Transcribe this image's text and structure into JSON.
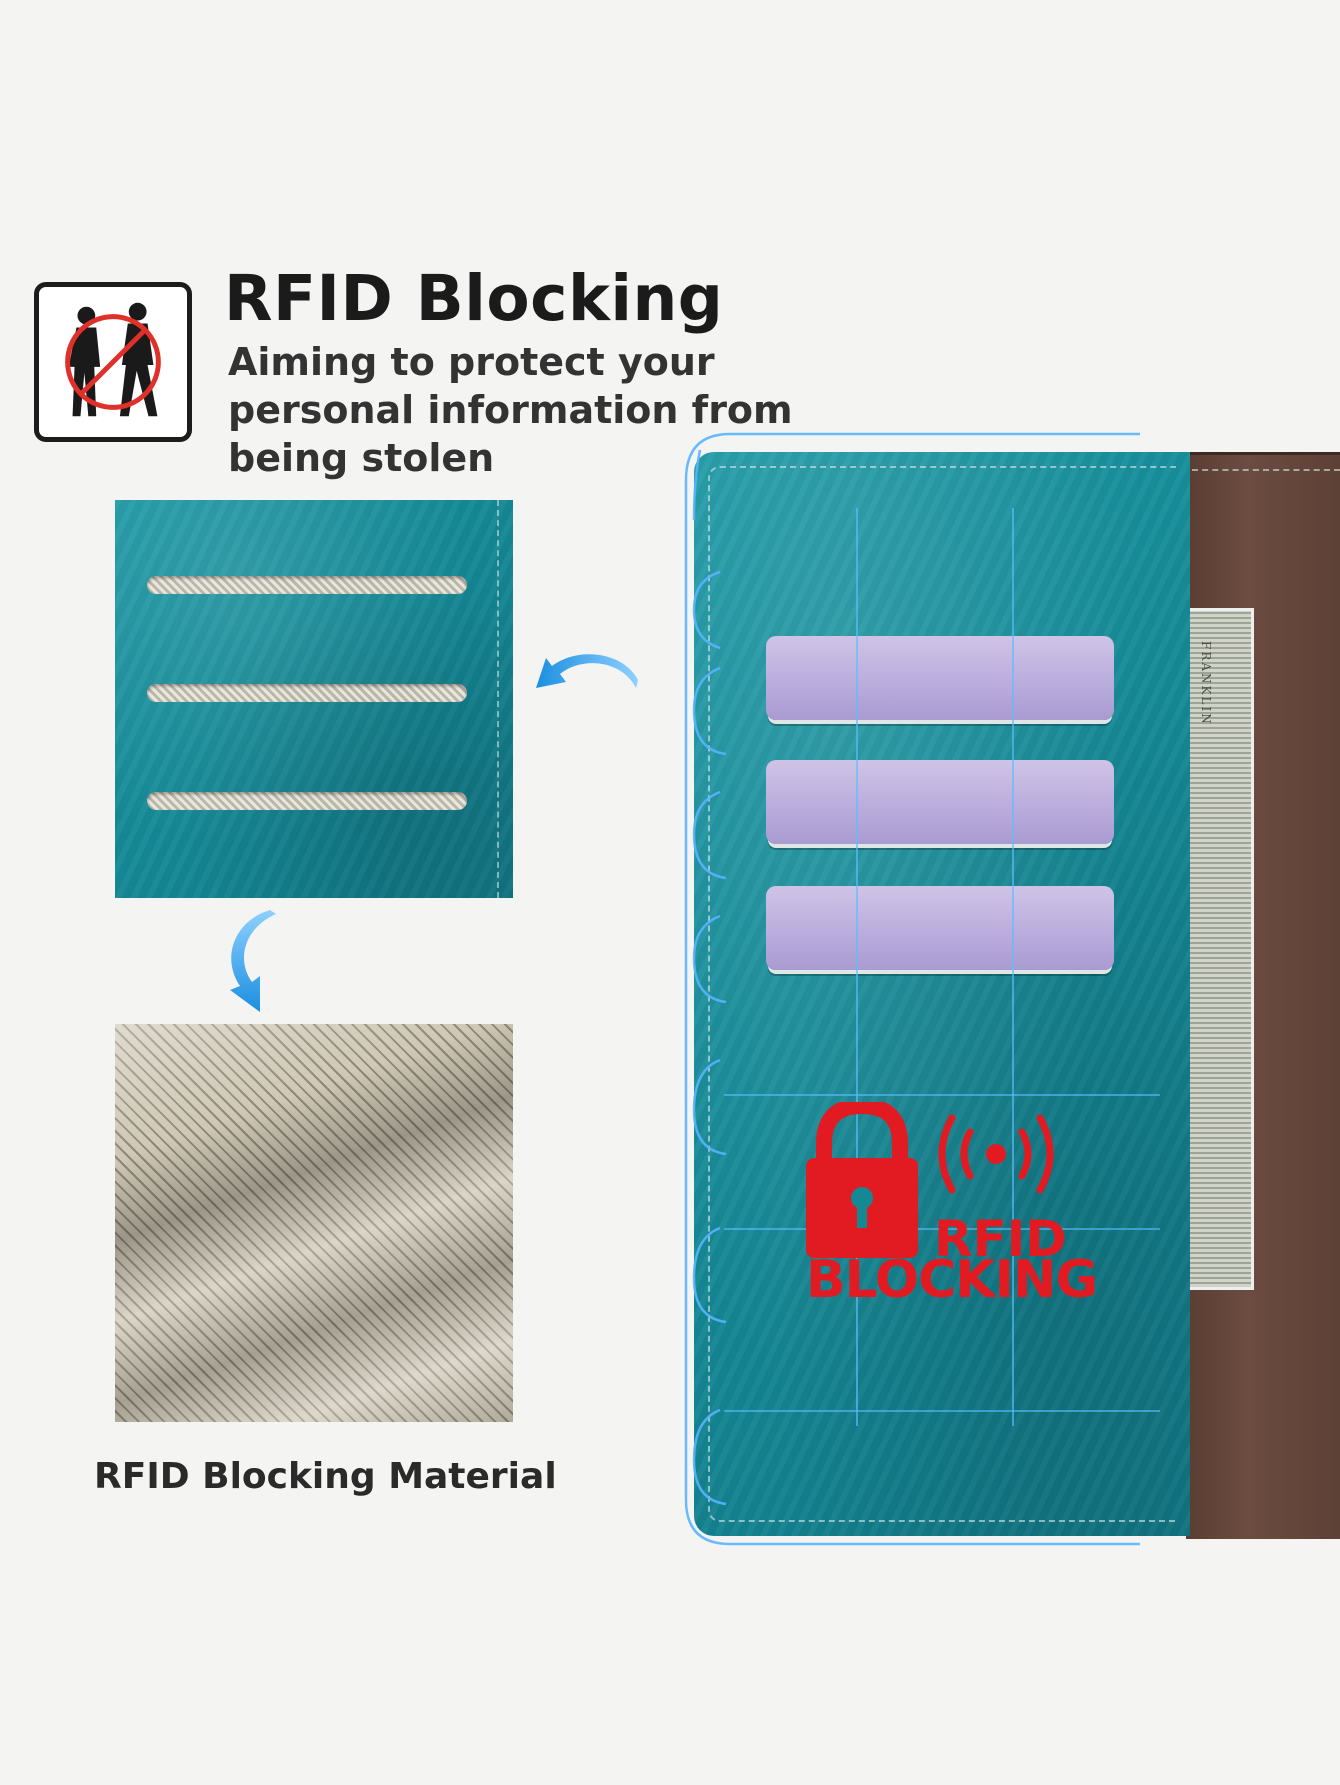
{
  "header": {
    "title": "RFID Blocking",
    "subtitle": "Aiming to protect your personal information from being stolen",
    "icon": "no-theft-icon"
  },
  "closeup": {
    "caption": "RFID Blocking Material"
  },
  "wallet": {
    "badge_line1": "RFID",
    "badge_line2": "BLOCKING",
    "badge_icons": [
      "padlock-icon",
      "signal-icon"
    ],
    "banknote_text": "FRANKLIN"
  },
  "colors": {
    "leather_teal": "#158a97",
    "lining_brown": "#5a3d33",
    "badge_red": "#e21b23",
    "outline_blue": "#5ab4ff",
    "card_lavender": "#b9abdc"
  }
}
